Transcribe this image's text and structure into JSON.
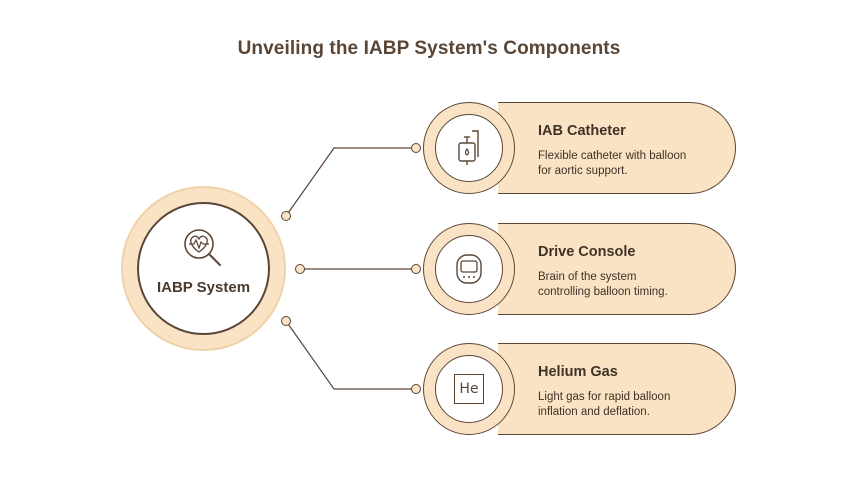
{
  "title": "Unveiling the IABP System's Components",
  "hub": {
    "label": "IABP System",
    "icon": "heart-magnifier-icon"
  },
  "components": [
    {
      "title": "IAB Catheter",
      "description_line1": "Flexible catheter with balloon",
      "description_line2": "for aortic support.",
      "icon": "iv-bag-icon"
    },
    {
      "title": "Drive Console",
      "description_line1": "Brain of the system",
      "description_line2": "controlling balloon timing.",
      "icon": "console-device-icon"
    },
    {
      "title": "Helium Gas",
      "description_line1": "Light gas for rapid balloon",
      "description_line2": "inflation and deflation.",
      "icon": "helium-element-icon",
      "icon_text": "He"
    }
  ],
  "colors": {
    "accent_fill": "#f9e3c4",
    "outline": "#5a4637",
    "title_text": "#5a4637"
  }
}
